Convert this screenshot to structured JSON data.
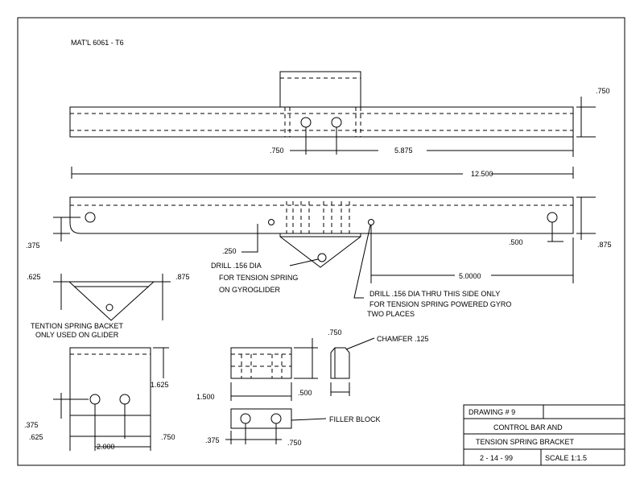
{
  "material": "MAT'L 6061 - T6",
  "top_view": {
    "height_dim": ".750",
    "hole_offset_dim": ".750",
    "hole_spacing_dim": "5.875"
  },
  "overall_length_dim": "12.500",
  "side_view": {
    "left_hole_dim": ".375",
    "spring_hole_dim": ".250",
    "right_hole_dim": ".500",
    "height_dim": ".875",
    "spring_hole_offset_dim": "5.0000",
    "note_glider": [
      "DRILL .156 DIA",
      "FOR TENSION SPRING",
      "ON GYROGLIDER"
    ],
    "note_powered": [
      "DRILL  .156 DIA THRU THIS SIDE ONLY",
      "FOR TENSION SPRING POWERED GYRO",
      "TWO PLACES"
    ]
  },
  "glider_bracket": {
    "dim_left": ".625",
    "dim_right": ".875",
    "label": [
      "TENTION SPRING BACKET",
      "ONLY USED ON GLIDER"
    ]
  },
  "end_plate": {
    "dim_hole_height": ".375",
    "dim_edge": ".625",
    "dim_spacing": "2.000",
    "dim_right": ".750",
    "dim_height": "1.625"
  },
  "spacer": {
    "dim_height": ".750",
    "dim_length": "1.500",
    "dim_width": ".500",
    "chamfer_note": "CHAMFER  .125"
  },
  "filler_block": {
    "label": "FILLER BLOCK",
    "dim_left": ".375",
    "dim_spacing": ".750"
  },
  "title_block": {
    "drawing_number": "DRAWING # 9",
    "title_line1": "CONTROL BAR AND",
    "title_line2": "TENSION SPRING BRACKET",
    "date": "2 - 14 - 99",
    "scale": "SCALE 1:1.5"
  }
}
